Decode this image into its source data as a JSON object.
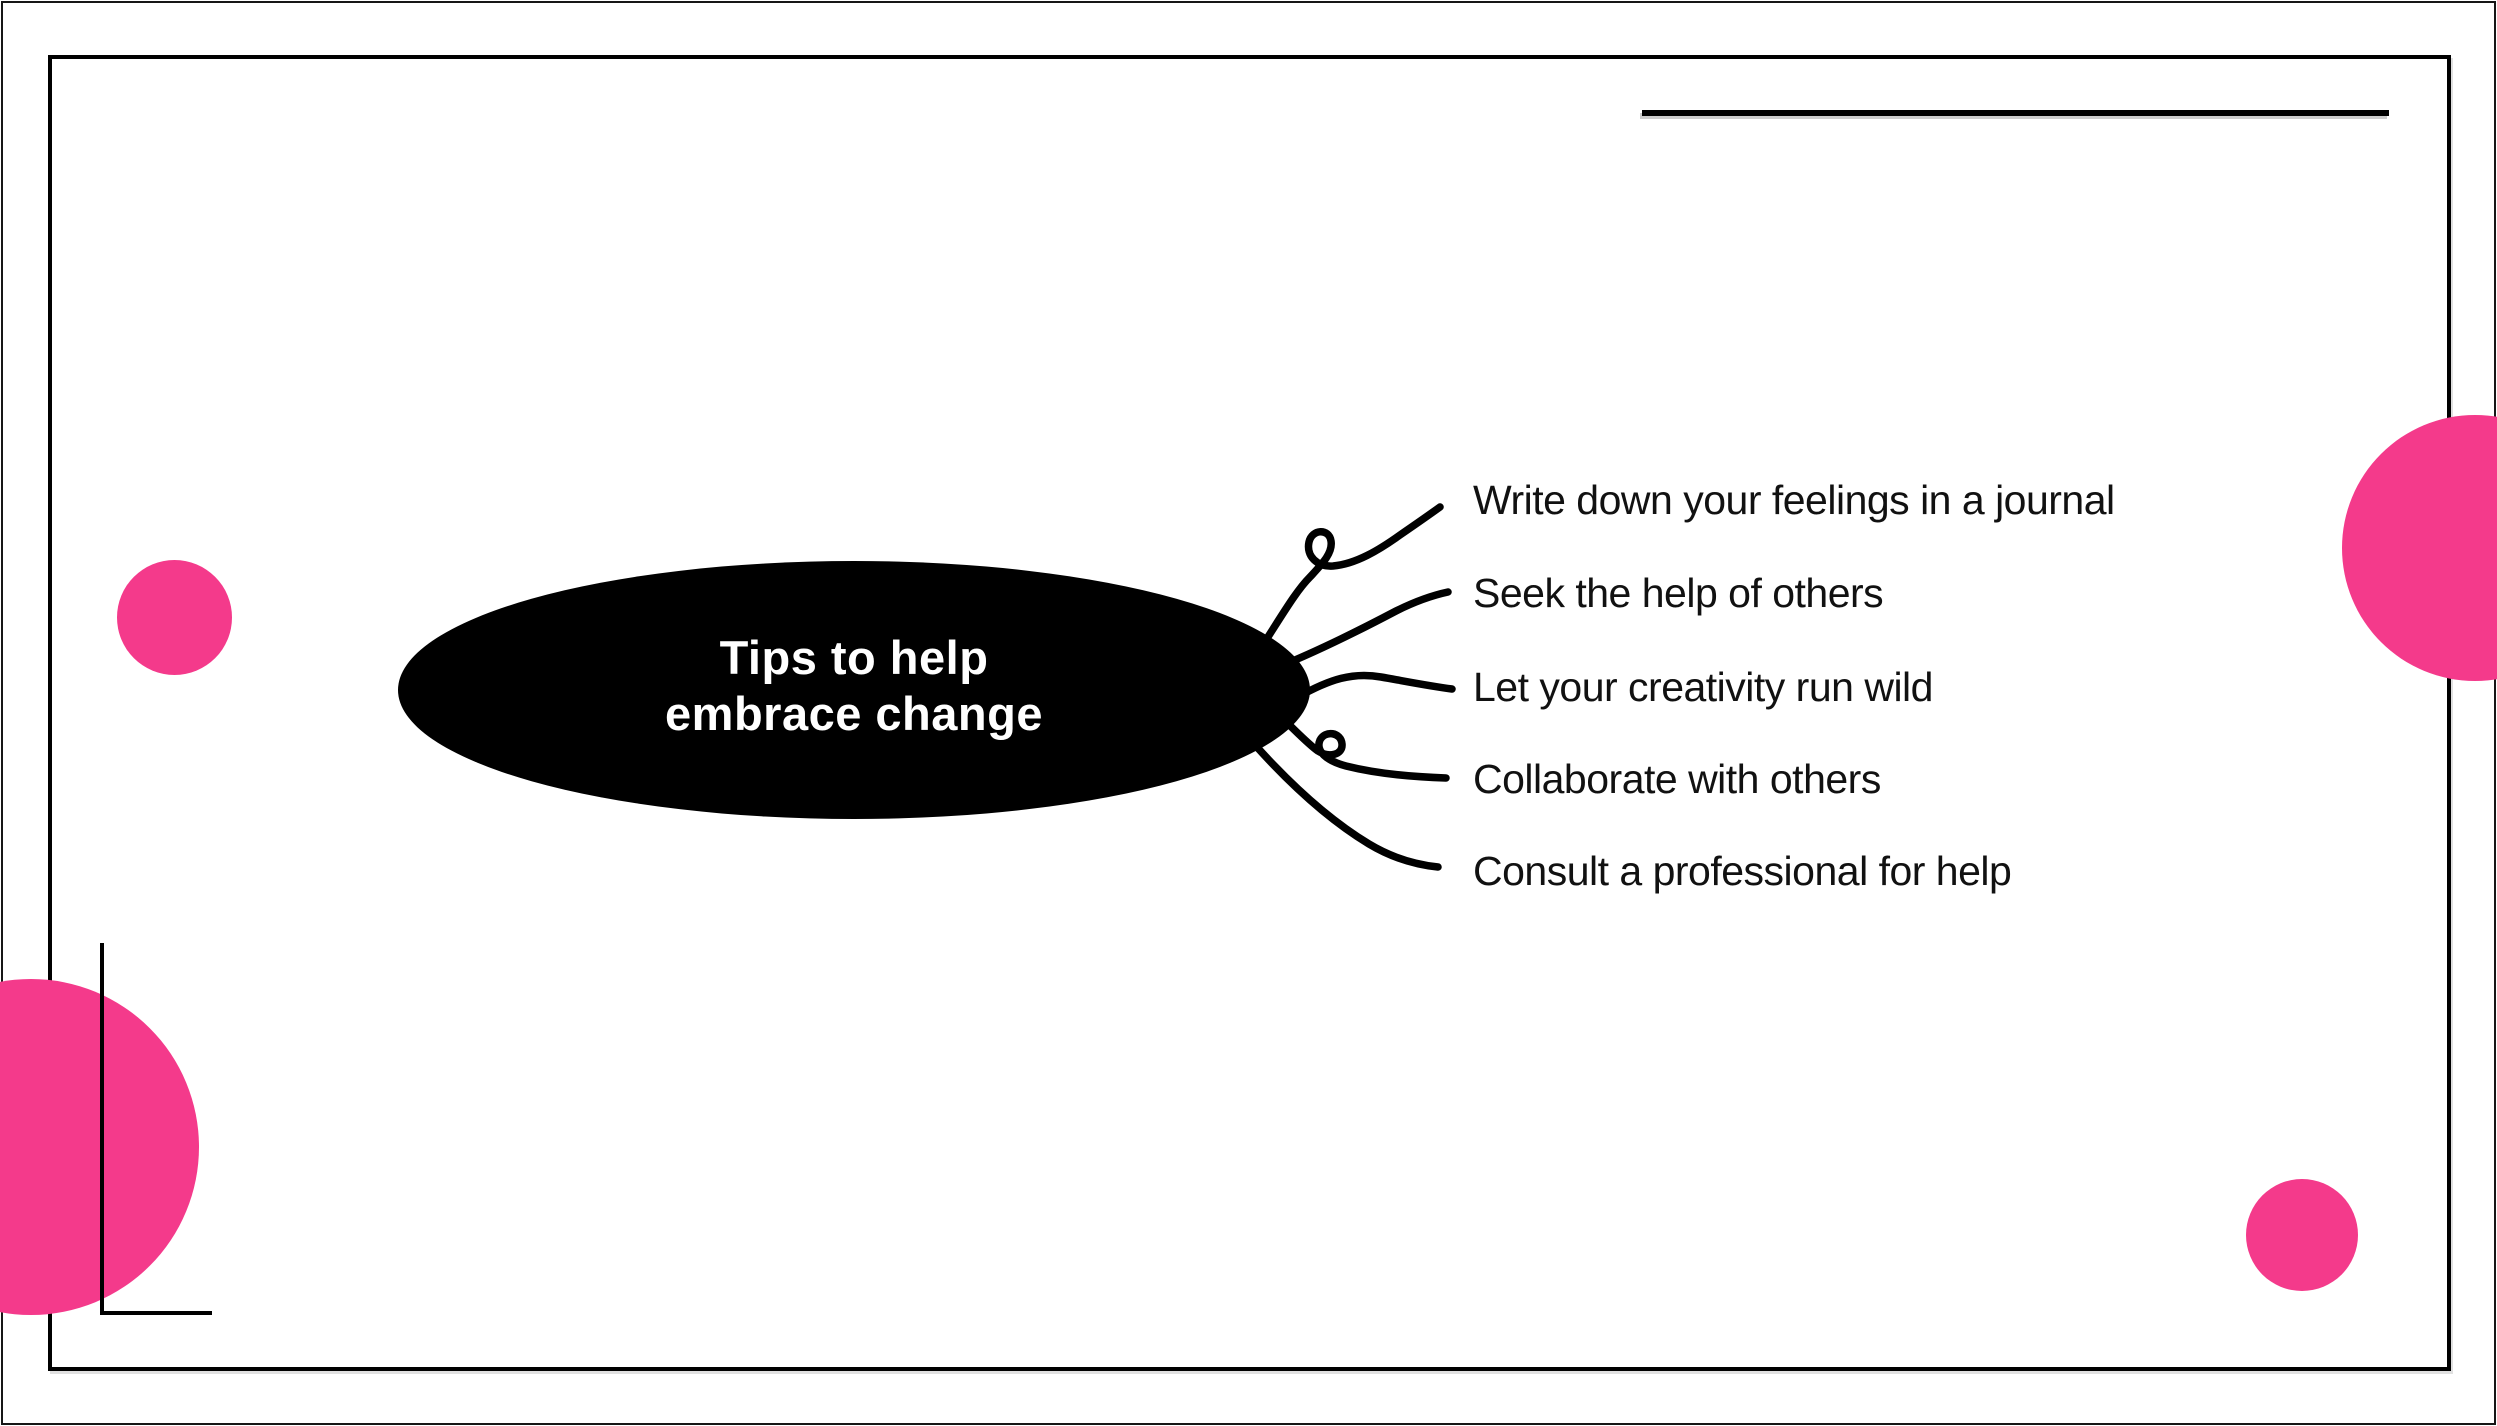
{
  "mindmap": {
    "center": {
      "line1": "Tips to help",
      "line2": "embrace change"
    },
    "branches": [
      {
        "label": "Write down your feelings in a journal"
      },
      {
        "label": "Seek the help of others"
      },
      {
        "label": "Let your creativity run wild"
      },
      {
        "label": "Collaborate with others"
      },
      {
        "label": "Consult a professional for help"
      }
    ]
  },
  "colors": {
    "accent_pink": "#F43A8B",
    "ink": "#000000",
    "background": "#FFFFFF"
  },
  "decorations": [
    "outer-border",
    "inner-frame-border",
    "top-right-rule",
    "pink-circle-left",
    "pink-circle-bottom-left",
    "pink-circle-right",
    "pink-circle-bottom-right",
    "corner-l-line"
  ]
}
